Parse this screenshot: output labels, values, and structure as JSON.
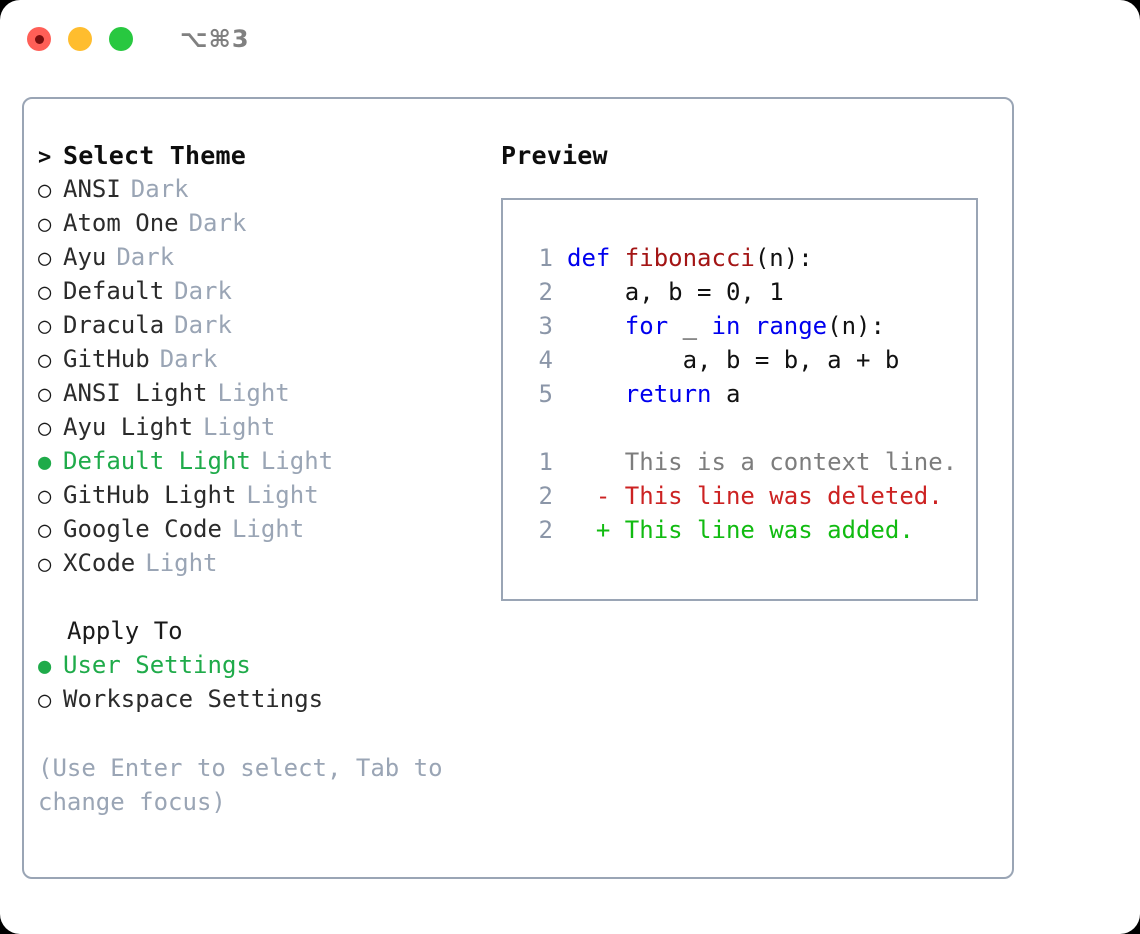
{
  "titlebar": {
    "traffic_lights": [
      "close",
      "minimize",
      "maximize"
    ],
    "keystroke_badge": "⌥⌘3",
    "colors": {
      "close": "#ff5f57",
      "minimize": "#ffbd2e",
      "maximize": "#28c840"
    }
  },
  "theme_picker": {
    "prompt_marker": ">",
    "heading": "Select Theme",
    "selected_marker": "●",
    "unselected_marker": "○",
    "accent_color": "#1fab4a",
    "tag_color": "#9aa5b5",
    "items": [
      {
        "name": "ANSI",
        "tag": "Dark",
        "selected": false
      },
      {
        "name": "Atom One",
        "tag": "Dark",
        "selected": false
      },
      {
        "name": "Ayu",
        "tag": "Dark",
        "selected": false
      },
      {
        "name": "Default",
        "tag": "Dark",
        "selected": false
      },
      {
        "name": "Dracula",
        "tag": "Dark",
        "selected": false
      },
      {
        "name": "GitHub",
        "tag": "Dark",
        "selected": false
      },
      {
        "name": "ANSI Light",
        "tag": "Light",
        "selected": false
      },
      {
        "name": "Ayu Light",
        "tag": "Light",
        "selected": false
      },
      {
        "name": "Default Light",
        "tag": "Light",
        "selected": true
      },
      {
        "name": "GitHub Light",
        "tag": "Light",
        "selected": false
      },
      {
        "name": "Google Code",
        "tag": "Light",
        "selected": false
      },
      {
        "name": "XCode",
        "tag": "Light",
        "selected": false
      }
    ]
  },
  "apply_to": {
    "heading": "Apply To",
    "options": [
      {
        "label": "User Settings",
        "selected": true
      },
      {
        "label": "Workspace Settings",
        "selected": false
      }
    ]
  },
  "hint": "(Use Enter to select, Tab to change focus)",
  "preview": {
    "title": "Preview",
    "code_lines": [
      {
        "no": "1",
        "tokens": [
          {
            "t": "def ",
            "c": "kw"
          },
          {
            "t": "fibonacci",
            "c": "fn"
          },
          {
            "t": "(n):",
            "c": "plain"
          }
        ]
      },
      {
        "no": "2",
        "tokens": [
          {
            "t": "    a, b = 0, 1",
            "c": "plain"
          }
        ]
      },
      {
        "no": "3",
        "tokens": [
          {
            "t": "    ",
            "c": "plain"
          },
          {
            "t": "for",
            "c": "kw"
          },
          {
            "t": " _ ",
            "c": "plain"
          },
          {
            "t": "in",
            "c": "kw"
          },
          {
            "t": " ",
            "c": "plain"
          },
          {
            "t": "range",
            "c": "kw"
          },
          {
            "t": "(n):",
            "c": "plain"
          }
        ]
      },
      {
        "no": "4",
        "tokens": [
          {
            "t": "        a, b = b, a + b",
            "c": "plain"
          }
        ]
      },
      {
        "no": "5",
        "tokens": [
          {
            "t": "    ",
            "c": "plain"
          },
          {
            "t": "return",
            "c": "kw"
          },
          {
            "t": " a",
            "c": "plain"
          }
        ]
      }
    ],
    "diff_lines": [
      {
        "no": "1",
        "sign": " ",
        "text": "This is a context line.",
        "kind": "ctx"
      },
      {
        "no": "2",
        "sign": "-",
        "text": "This line was deleted.",
        "kind": "del"
      },
      {
        "no": "2",
        "sign": "+",
        "text": "This line was added.",
        "kind": "add"
      }
    ],
    "colors": {
      "keyword": "#0000ee",
      "function": "#a31515",
      "lineno": "#8b96a8",
      "diff_context": "#7d7d7d",
      "diff_deleted": "#cc2222",
      "diff_added": "#11bb11"
    }
  }
}
